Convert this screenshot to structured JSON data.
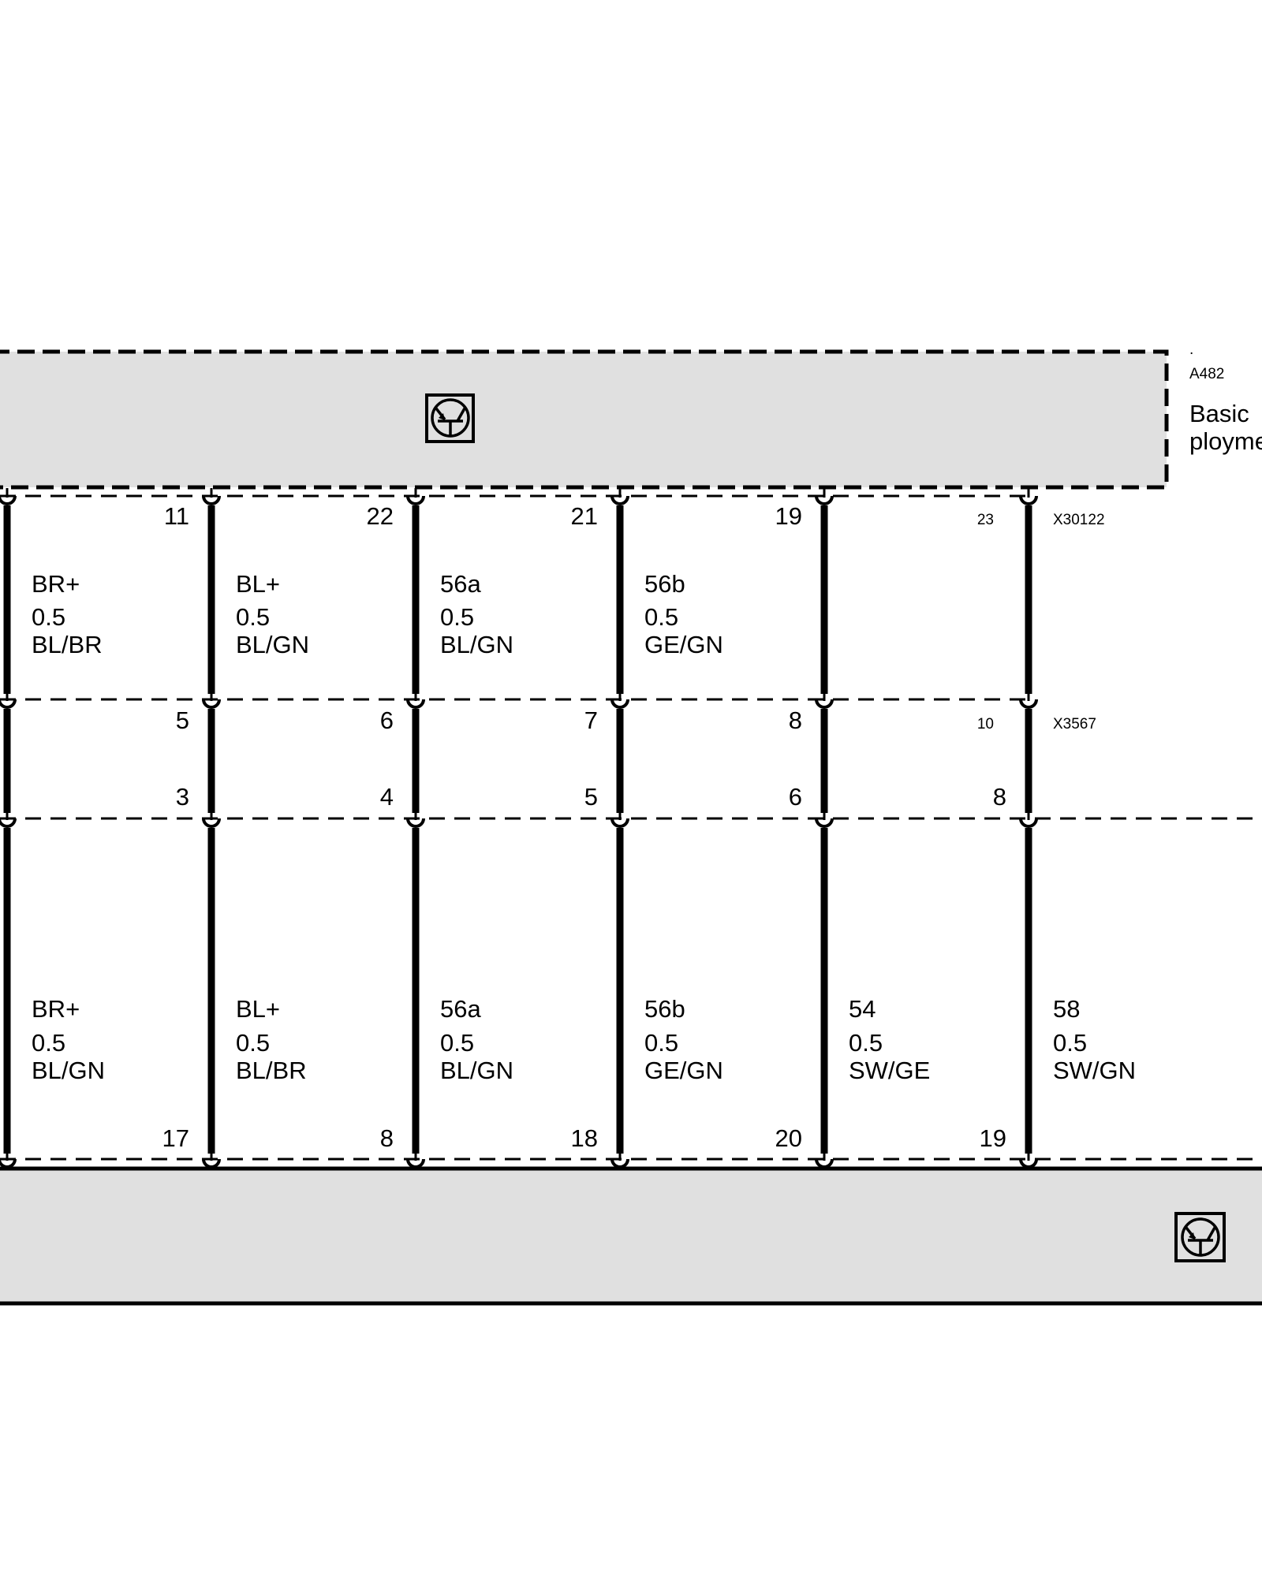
{
  "component": {
    "dot": ".",
    "id": "A482",
    "name_line1": "Basic",
    "name_line2": "ployme"
  },
  "connectors": {
    "top": "X30122",
    "middle": "X3567"
  },
  "colors": {
    "box_fill": "#e0e0e0",
    "line": "#000000"
  },
  "icons": [
    "transistor-module-icon",
    "transistor-module-icon"
  ],
  "columns": [
    {
      "top_pin": "11",
      "top_label": [
        "BR+",
        "0.5",
        "BL/BR"
      ],
      "mid_top": "5",
      "mid_bottom": "3",
      "bottom_label": [
        "BR+",
        "0.5",
        "BL/GN"
      ],
      "bottom_pin": "17"
    },
    {
      "top_pin": "22",
      "top_label": [
        "BL+",
        "0.5",
        "BL/GN"
      ],
      "mid_top": "6",
      "mid_bottom": "4",
      "bottom_label": [
        "BL+",
        "0.5",
        "BL/BR"
      ],
      "bottom_pin": "8"
    },
    {
      "top_pin": "21",
      "top_label": [
        "56a",
        "0.5",
        "BL/GN"
      ],
      "mid_top": "7",
      "mid_bottom": "5",
      "bottom_label": [
        "56a",
        "0.5",
        "BL/GN"
      ],
      "bottom_pin": "18"
    },
    {
      "top_pin": "19",
      "top_label": [
        "56b",
        "0.5",
        "GE/GN"
      ],
      "mid_top": "8",
      "mid_bottom": "6",
      "bottom_label": [
        "56b",
        "0.5",
        "GE/GN"
      ],
      "bottom_pin": "20"
    },
    {
      "top_pin_small": "23",
      "mid_top_small": "10",
      "mid_bottom": "8",
      "bottom_label": [
        "54",
        "0.5",
        "SW/GE"
      ],
      "bottom_pin": "19"
    },
    {
      "bottom_label": [
        "58",
        "0.5",
        "SW/GN"
      ]
    }
  ]
}
